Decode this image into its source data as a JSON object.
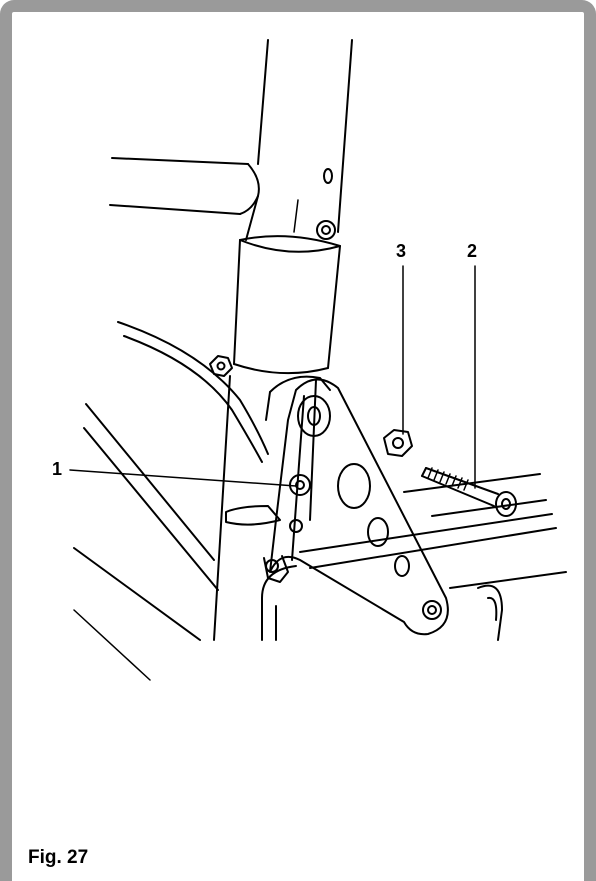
{
  "figure": {
    "caption": "Fig. 27",
    "callouts": [
      {
        "id": "1",
        "label": "1"
      },
      {
        "id": "2",
        "label": "2"
      },
      {
        "id": "3",
        "label": "3"
      }
    ]
  },
  "colors": {
    "frame": "#9a9a9a",
    "line": "#000000",
    "background": "#ffffff"
  }
}
